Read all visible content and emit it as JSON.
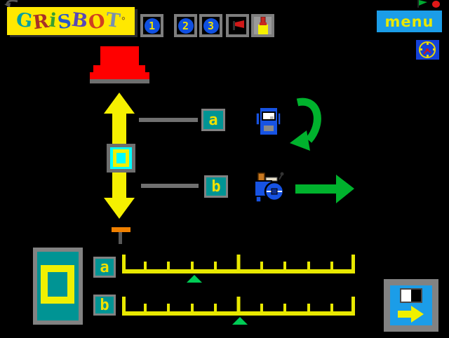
{
  "logo": {
    "title": "GRISBOT",
    "mark": "°",
    "bg": "#FFE800",
    "letters": [
      {
        "ch": "G",
        "color": "#00A0A0"
      },
      {
        "ch": "R",
        "color": "#A83028"
      },
      {
        "ch": "i",
        "color": "#38A030"
      },
      {
        "ch": "S",
        "color": "#2858C8"
      },
      {
        "ch": "B",
        "color": "#5848B8"
      },
      {
        "ch": "O",
        "color": "#D04020"
      },
      {
        "ch": "T",
        "color": "#7890B0"
      }
    ]
  },
  "toolbar": {
    "buttons": [
      {
        "name": "step-1",
        "label": "1"
      },
      {
        "name": "step-2",
        "label": "2"
      },
      {
        "name": "step-3",
        "label": "3"
      }
    ],
    "icon_buttons": [
      "red-flag-icon",
      "torch-icon"
    ],
    "digit_circle_color": "#1050E0",
    "digit_color": "#F0E000"
  },
  "top_right": {
    "menu_label": "menu",
    "menu_bg": "#1B9DE8",
    "icons": [
      "green-flag-icon",
      "stop-dot-icon",
      "clock-icon"
    ]
  },
  "workspace": {
    "slot_a": "a",
    "slot_b": "b",
    "icons": [
      "robot-front",
      "rotate-arrow",
      "robot-side",
      "forward-arrow"
    ],
    "arrow_color": "#00B22D",
    "tile_cyan": "#00FFFF",
    "tile_teal": "#009494"
  },
  "panel": {
    "row_a": "a",
    "row_b": "b",
    "rulers": [
      {
        "row": "a",
        "ticks": 11,
        "tall_every": 5,
        "pointer_fraction": 0.31,
        "pointer_color": "#00CC55"
      },
      {
        "row": "b",
        "ticks": 11,
        "tall_every": 5,
        "pointer_fraction": 0.505,
        "pointer_color": "#00CC55"
      }
    ],
    "ruler_color": "#E8E800"
  },
  "colors": {
    "background": "#000000",
    "banner_yellow": "#FFE800",
    "podium_red": "#FF0000",
    "gray": "#707070",
    "arrow_yellow": "#F5F000",
    "robot_blue": "#1753E3",
    "pin_orange": "#F08000"
  }
}
